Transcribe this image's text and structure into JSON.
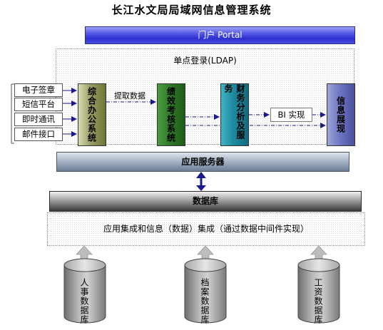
{
  "title": "长江水文局局域网信息管理系统",
  "portal": {
    "label": "门户 Portal"
  },
  "sso": {
    "label": "单点登录(LDAP)"
  },
  "services": [
    {
      "label": "电子签章"
    },
    {
      "label": "短信平台"
    },
    {
      "label": "即时通讯"
    },
    {
      "label": "邮件接口"
    }
  ],
  "modules": {
    "zonghe": "综合办公系统",
    "jixiao": "绩效考核系统",
    "caiwu": "财务分析及服务",
    "xinxi": "信息展现"
  },
  "extract_label": "提取数据",
  "bi_label": "BI 实现",
  "app_server": "应用服务器",
  "database": "数据库",
  "integration": "应用集成和信息（数据）集成（通过数据中间件实现）",
  "source_dbs": [
    "人事数据库",
    "档案数据库",
    "工资数据库"
  ],
  "colors": {
    "portal": "#2d2fd0",
    "zonghe": "#8a8f55",
    "jixiao": "#2f7a28",
    "caiwu": "#1e8aa0",
    "xinxi": "#6e76c2",
    "connector": "#1a1a8a"
  }
}
